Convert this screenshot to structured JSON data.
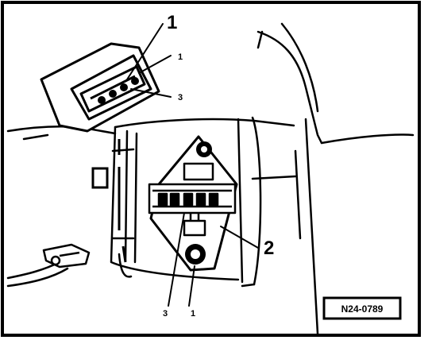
{
  "figure": {
    "callouts": {
      "main_1": "1",
      "plug_pin_1": "1",
      "plug_pin_3": "3",
      "main_2": "2",
      "socket_pin_3": "3",
      "socket_pin_1": "1"
    },
    "reference_code": "N24-0789",
    "colors": {
      "line": "#000000",
      "background": "#ffffff"
    }
  }
}
